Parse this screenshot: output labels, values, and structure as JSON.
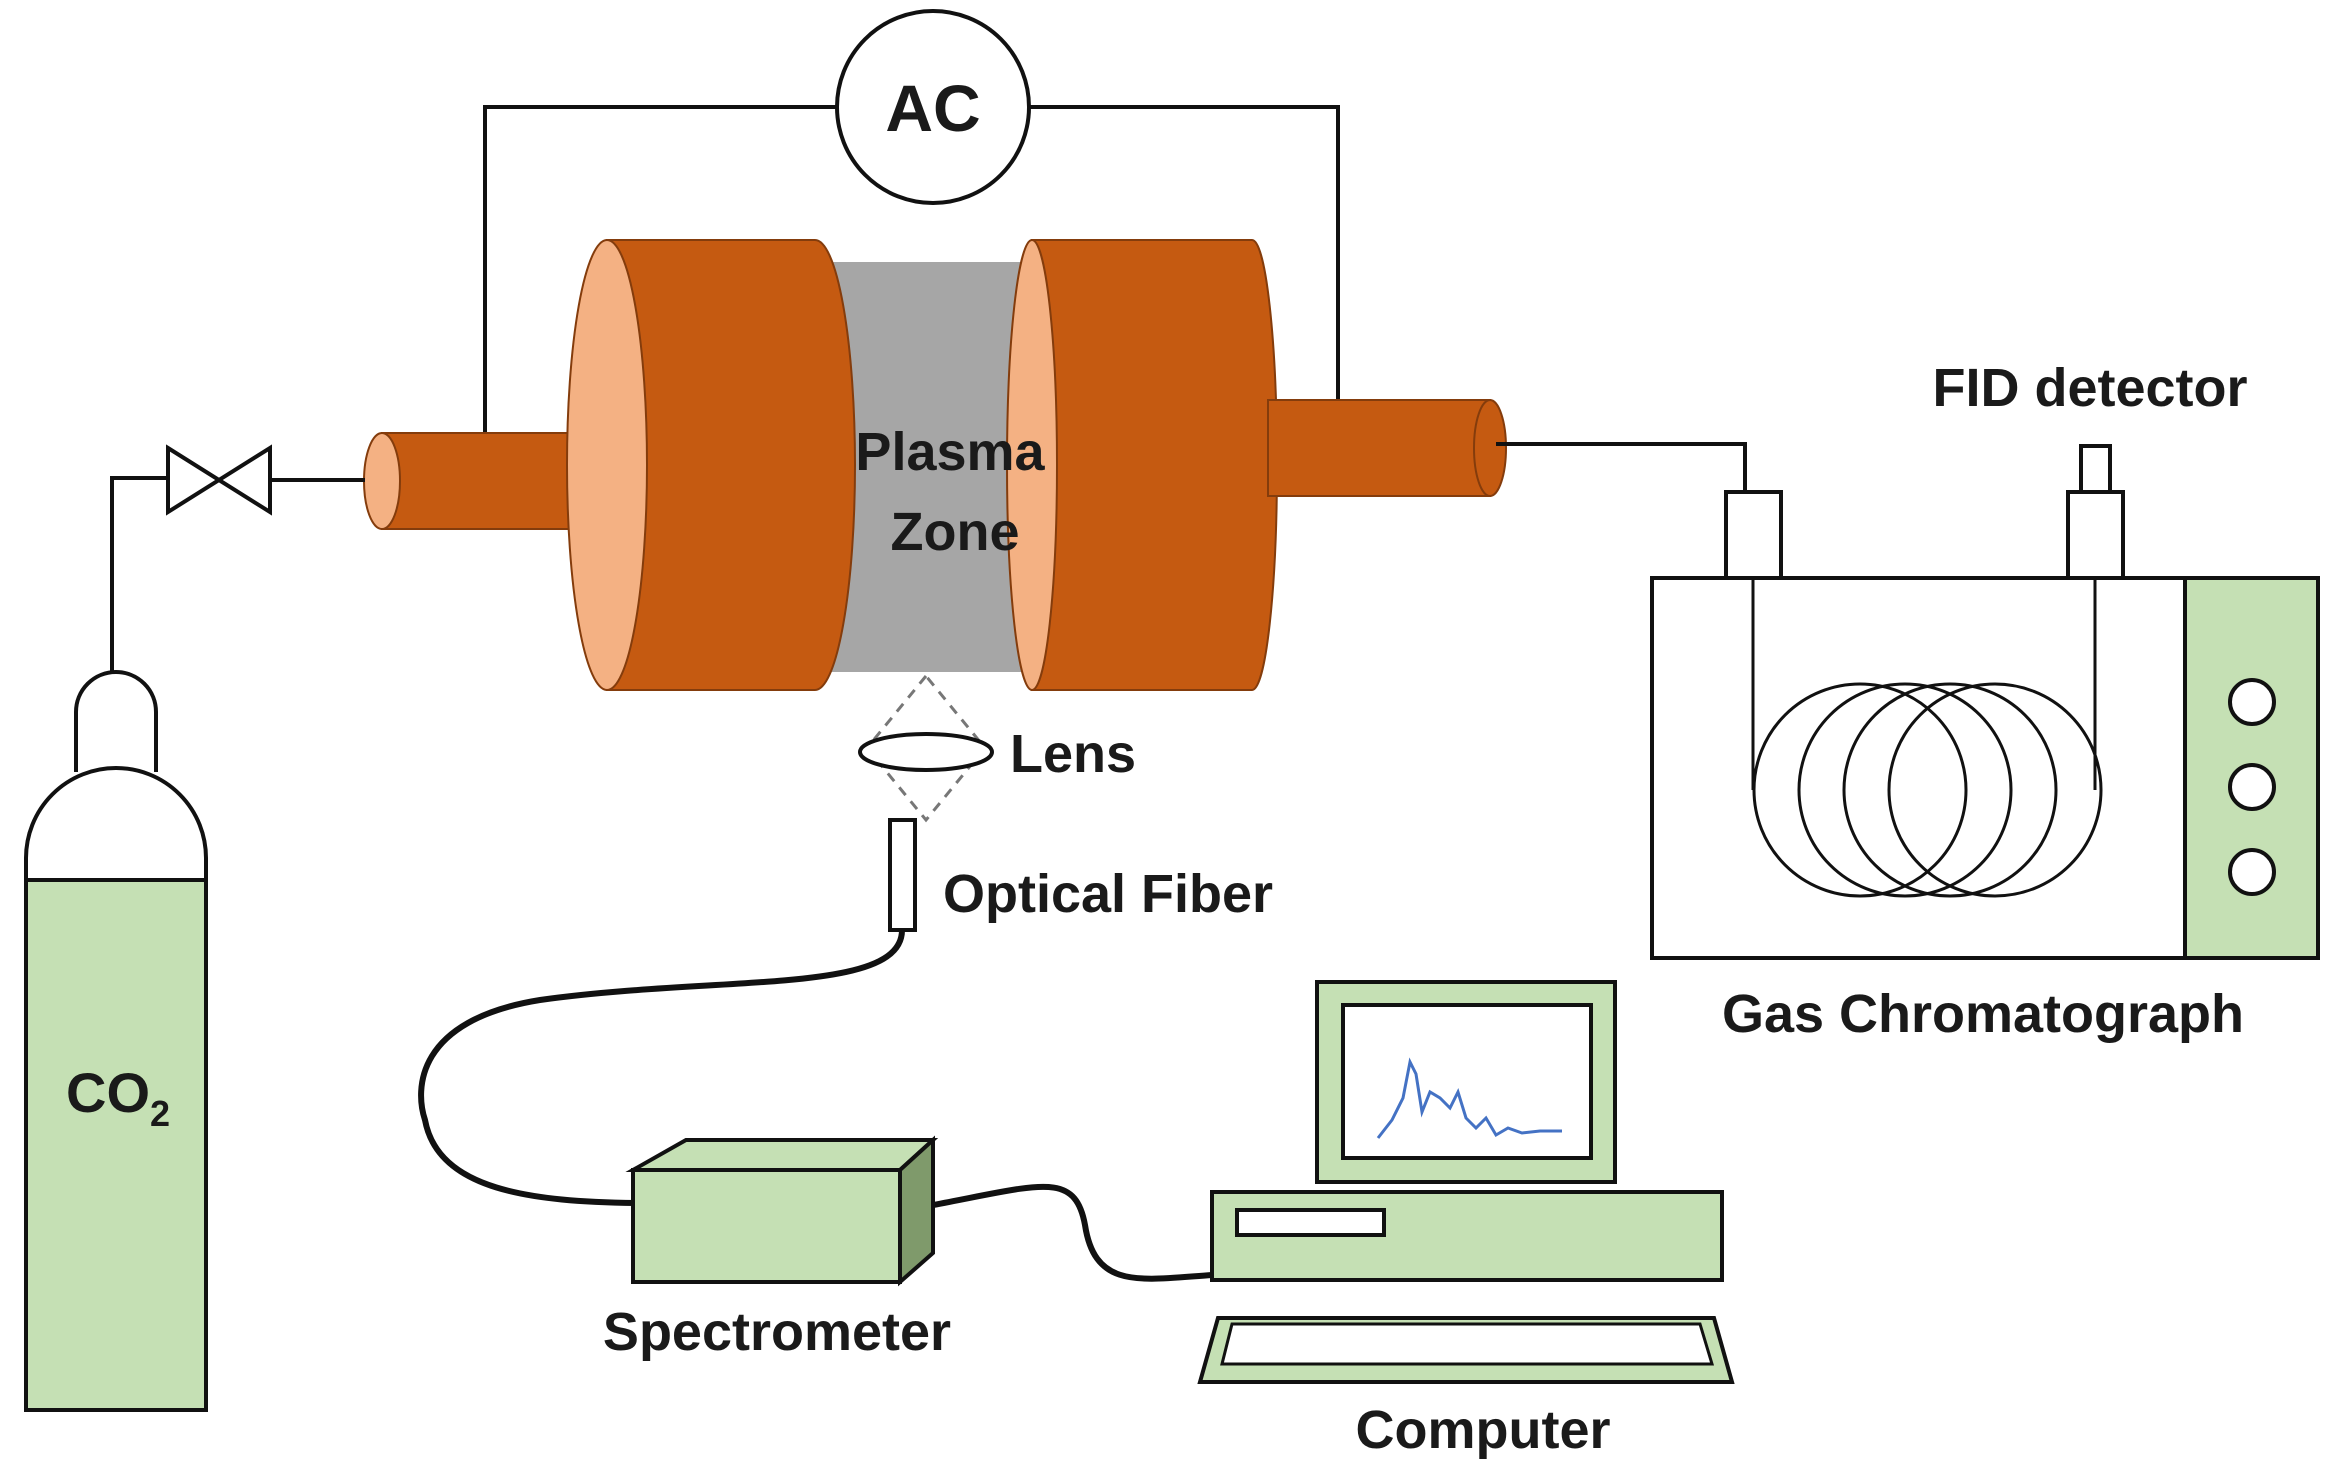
{
  "labels": {
    "ac": "AC",
    "plasma_zone_line1": "Plasma",
    "plasma_zone_line2": "Zone",
    "fid_detector": "FID detector",
    "lens": "Lens",
    "optical_fiber": "Optical Fiber",
    "co2_main": "CO",
    "co2_sub": "2",
    "gas_chromatograph": "Gas Chromatograph",
    "spectrometer": "Spectrometer",
    "computer": "Computer"
  },
  "colors": {
    "electrode": "#c55a11",
    "electrode_face": "#f4b183",
    "plasma": "#a6a6a6",
    "equipment": "#c5e0b4",
    "spectrum_trace": "#4472c4",
    "line": "#111111"
  },
  "icons": {
    "valve": "valve-icon",
    "gas_cylinder": "gas-cylinder-icon",
    "gc_knobs": "knob-icon"
  }
}
